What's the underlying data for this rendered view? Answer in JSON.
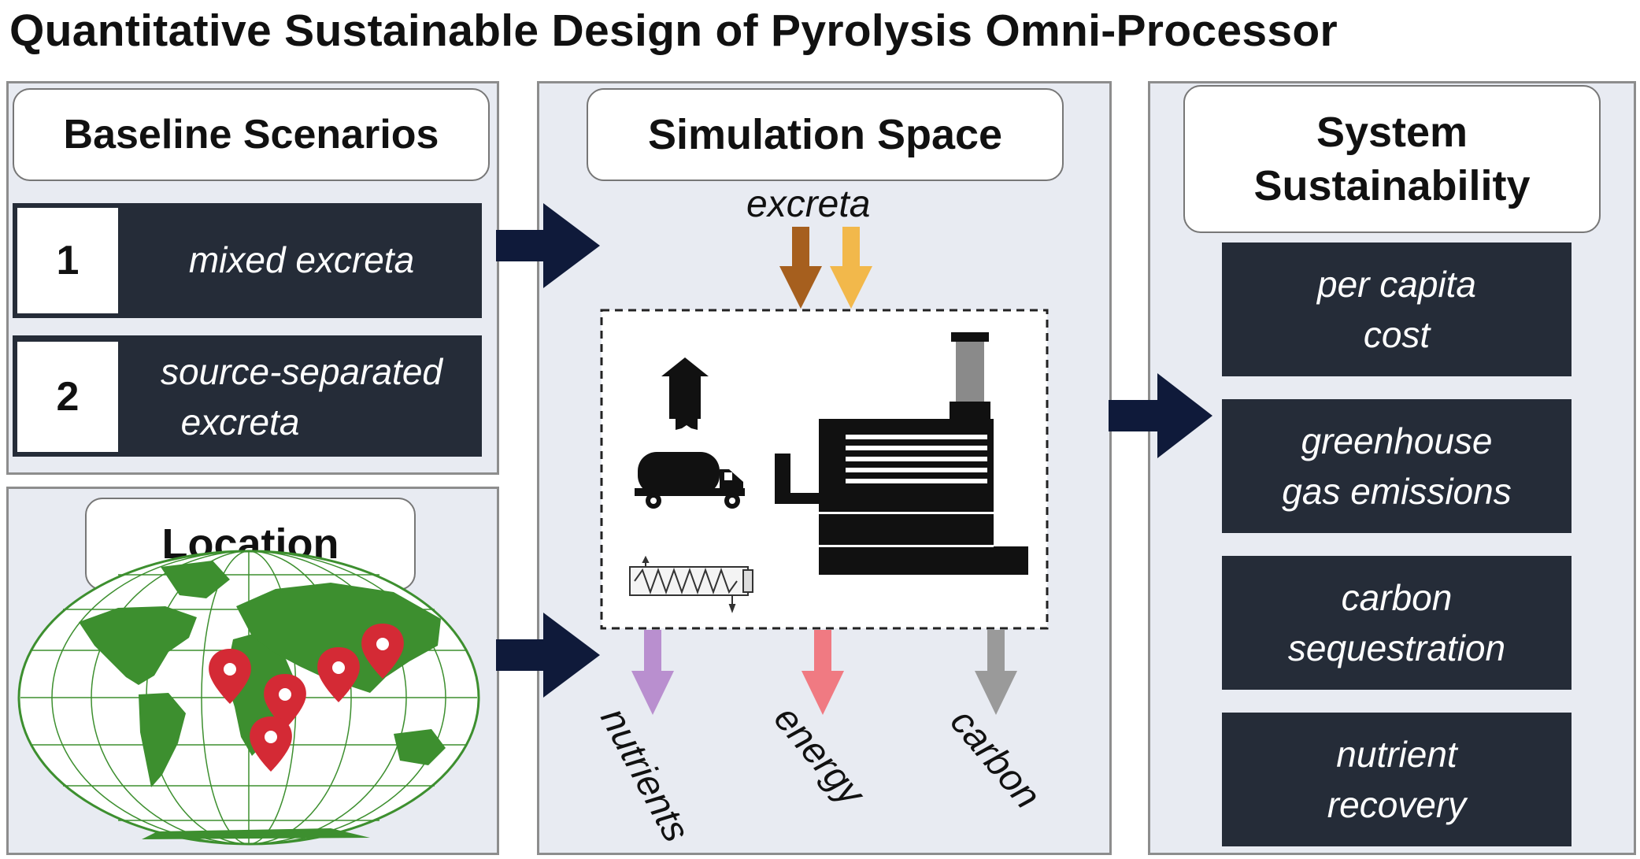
{
  "title": "Quantitative Sustainable Design of Pyrolysis Omni-Processor",
  "baseline": {
    "heading": "Baseline Scenarios",
    "scenarios": [
      {
        "number": "1",
        "label": "mixed excreta"
      },
      {
        "number": "2",
        "label_line1": "source-separated",
        "label_line2": "excreta"
      }
    ]
  },
  "location": {
    "heading": "Location",
    "map_icon": "world-map-with-location-pins"
  },
  "simulation": {
    "heading": "Simulation Space",
    "input_label": "excreta",
    "outputs": [
      "nutrients",
      "energy",
      "carbon"
    ]
  },
  "sustainability": {
    "heading_line1": "System",
    "heading_line2": "Sustainability",
    "metrics": [
      {
        "line1": "per capita",
        "line2": "cost"
      },
      {
        "line1": "greenhouse",
        "line2": "gas emissions"
      },
      {
        "line1": "carbon",
        "line2": "sequestration"
      },
      {
        "line1": "nutrient",
        "line2": "recovery"
      }
    ]
  },
  "colors": {
    "panel_bg": "#e8ebf2",
    "dark_box": "#252c38",
    "arrow_navy": "#0f1a3a",
    "excreta_brown": "#a65f1e",
    "excreta_yellow": "#f2b84b",
    "nutrients_purple": "#b98fcf",
    "energy_pink": "#f07a82",
    "carbon_gray": "#9a9a9a",
    "map_green": "#3d8f2f",
    "pin_red": "#d42a35"
  }
}
